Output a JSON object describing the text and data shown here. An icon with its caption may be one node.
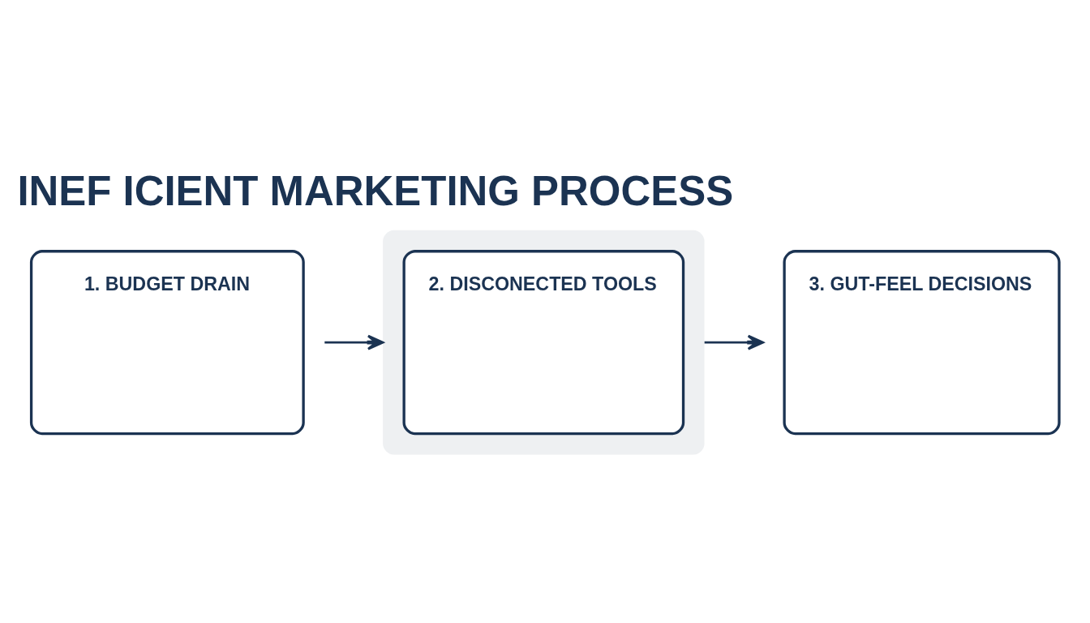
{
  "diagram": {
    "title": "INEF ICIENT MARKETING PROCESS",
    "nodes": [
      {
        "text": [
          "1. BUDGET DRAIN"
        ]
      },
      {
        "text": [
          "2. DISCONECTED TOOLS"
        ]
      },
      {
        "text": [
          "3. GUT-FEEL DECISIONS"
        ]
      }
    ],
    "edges": [
      {
        "from": 0,
        "to": 1,
        "arrow": "to"
      },
      {
        "from": 1,
        "to": 2,
        "arrow": "to"
      }
    ]
  }
}
